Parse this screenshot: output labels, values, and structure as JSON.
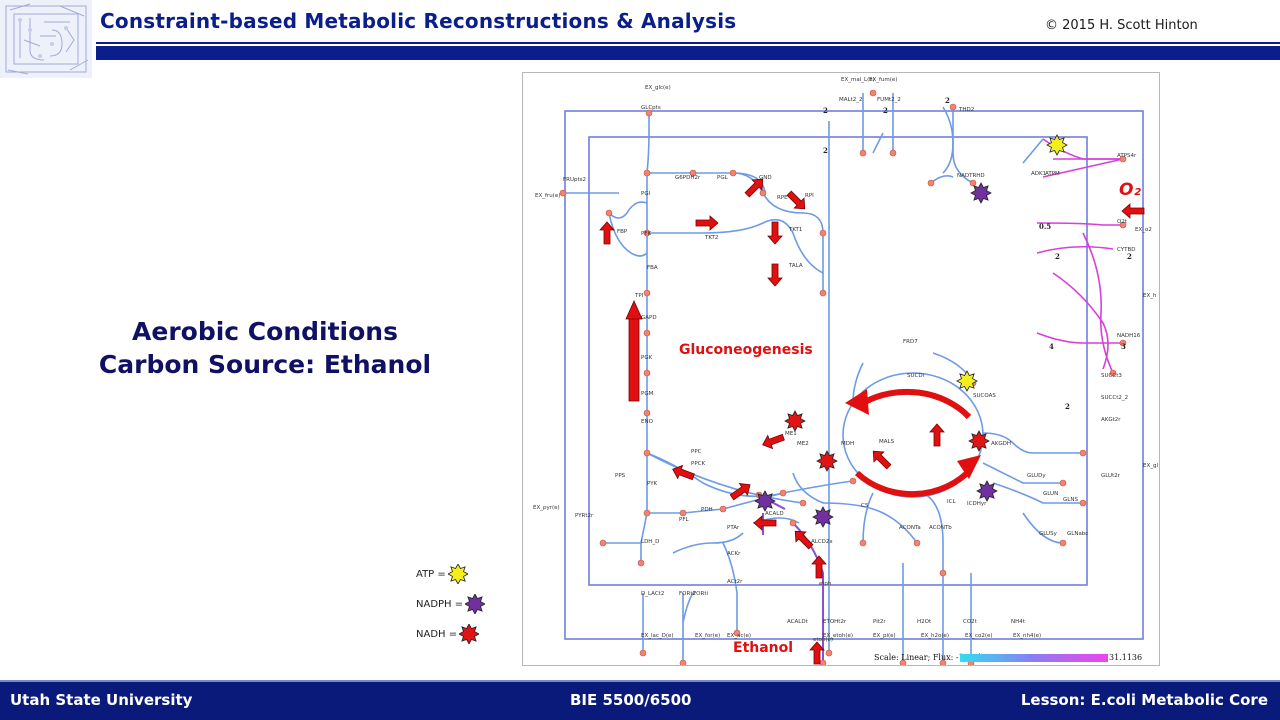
{
  "header": {
    "title": "Constraint-based Metabolic Reconstructions & Analysis",
    "copyright": "© 2015 H. Scott Hinton"
  },
  "slide": {
    "heading_line1": "Aerobic Conditions",
    "heading_line2": "Carbon Source: Ethanol"
  },
  "legend": [
    {
      "label": "ATP =",
      "icon": "yellow-starburst-icon",
      "color": "#f4ee1a"
    },
    {
      "label": "NADPH =",
      "icon": "purple-starburst-icon",
      "color": "#7030a0"
    },
    {
      "label": "NADH =",
      "icon": "red-starburst-icon",
      "color": "#e01414"
    }
  ],
  "map": {
    "labels": {
      "gluconeogenesis": "Gluconeogenesis",
      "ethanol": "Ethanol",
      "oxygen": "O₂"
    },
    "scale": {
      "text": "Scale: Linear; Flux: -18.3457",
      "max": "31.1136"
    },
    "reactions": [
      "EX_glc(e)",
      "GLCpts",
      "EX_mal_L(e)",
      "EX_fum(e)",
      "MALt2_2",
      "FUMt2_2",
      "THD2",
      "G6PDH2r",
      "PGL",
      "GND",
      "RPI",
      "RPE",
      "TKT1",
      "TKT2",
      "TALA",
      "PGI",
      "PFK",
      "FBP",
      "FBA",
      "TPI",
      "FRUpts2",
      "EX_fru(e)",
      "GAPD",
      "PGK",
      "PGM",
      "ENO",
      "PPS",
      "PYK",
      "PPC",
      "PPCK",
      "ME1",
      "ME2",
      "MDH",
      "FUM",
      "FRD7",
      "SUCDi",
      "SUCOAS",
      "AKGDH",
      "ICDHyr",
      "ACONTa",
      "ACONTb",
      "CS",
      "MALS",
      "ICL",
      "PDH",
      "PFL",
      "PTAr",
      "ACKr",
      "ACALD",
      "ALCD2x",
      "LDH_D",
      "D_LACt2",
      "PYRt2r",
      "EX_pyr(e)",
      "FORt2",
      "FORti",
      "ACt2r",
      "ACALDt",
      "ETOHt2r",
      "Pit2r",
      "H2Ot",
      "CO2t",
      "NH4t",
      "EX_lac_D(e)",
      "EX_for(e)",
      "EX_ac(e)",
      "EX_etoh(e)",
      "EX_pi(e)",
      "EX_h2o(e)",
      "EX_co2(e)",
      "EX_nh4(e)",
      "ADK1",
      "ATPM",
      "ATPS4r",
      "NADTRHD",
      "O2t",
      "EX_o2",
      "CYTBD",
      "NADH16",
      "EX_h",
      "SUCCt3",
      "SUCCt2_2",
      "AKGt2r",
      "GLUt2r",
      "GLUDy",
      "GLUN",
      "GLNS",
      "GLUSy",
      "GLNabc",
      "EX_gl",
      "etoh",
      "etoh(e)"
    ],
    "stoich_numbers": [
      "2",
      "2",
      "2",
      "2",
      "0.5",
      "2",
      "2",
      "4",
      "3",
      "2"
    ]
  },
  "footer": {
    "left": "Utah State University",
    "middle": "BIE 5500/6500",
    "right": "Lesson: E.coli Metabolic Core"
  }
}
